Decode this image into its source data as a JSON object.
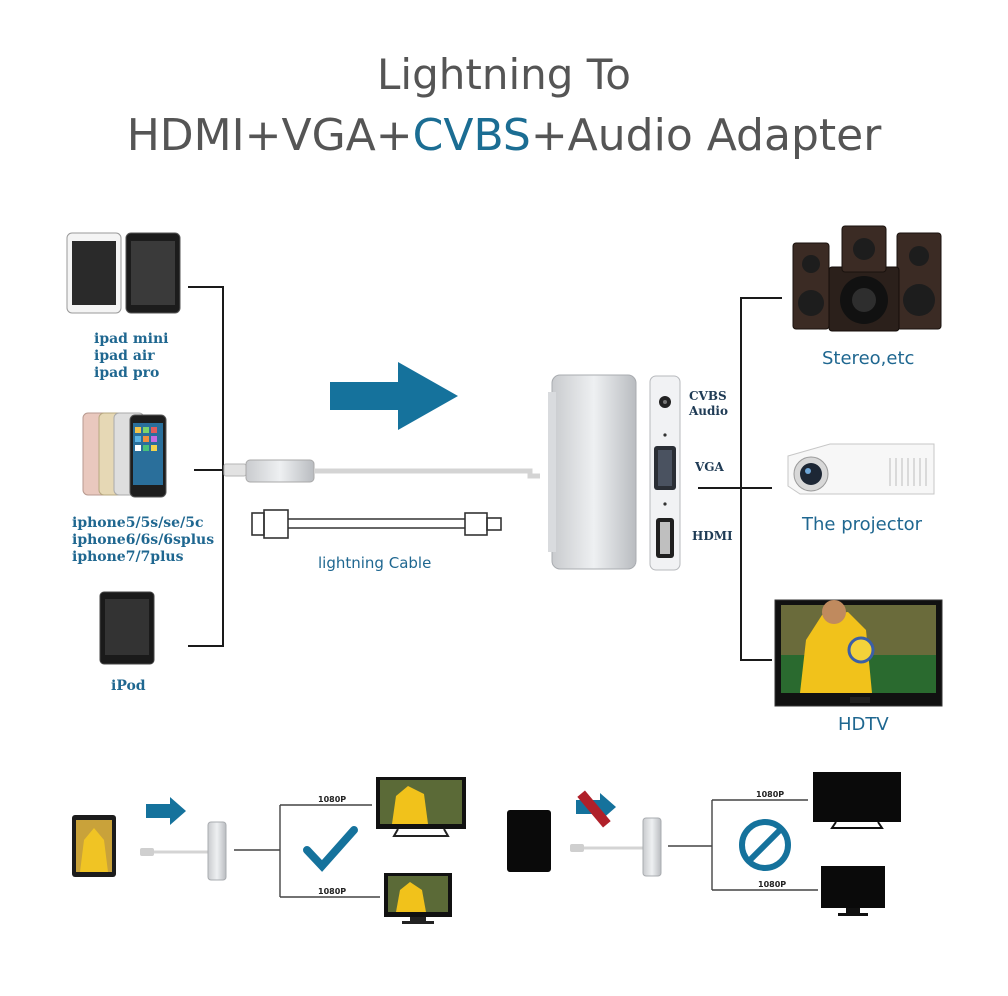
{
  "title": {
    "line1": "Lightning To",
    "line2_part1": "HDMI+VGA+",
    "line2_highlight": "CVBS",
    "line2_part2": "+Audio Adapter"
  },
  "devices": {
    "ipad": [
      "ipad mini",
      "ipad air",
      "ipad pro"
    ],
    "iphone": [
      "iphone5/5s/se/5c",
      "iphone6/6s/6splus",
      "iphone7/7plus"
    ],
    "ipod": "iPod"
  },
  "cable_label": "lightning Cable",
  "ports": {
    "cvbs_line1": "CVBS",
    "cvbs_line2": "Audio",
    "vga": "VGA",
    "hdmi": "HDMI"
  },
  "outputs": {
    "stereo": "Stereo,etc",
    "projector": "The projector",
    "hdtv": "HDTV"
  },
  "bottom": {
    "res_top_left": "1080P",
    "res_bottom_left": "1080P",
    "res_top_right": "1080P",
    "res_bottom_right": "1080P"
  },
  "colors": {
    "accent_blue": "#1b6d93",
    "title_gray": "#555555",
    "forbidden_red": "#b0202a"
  }
}
